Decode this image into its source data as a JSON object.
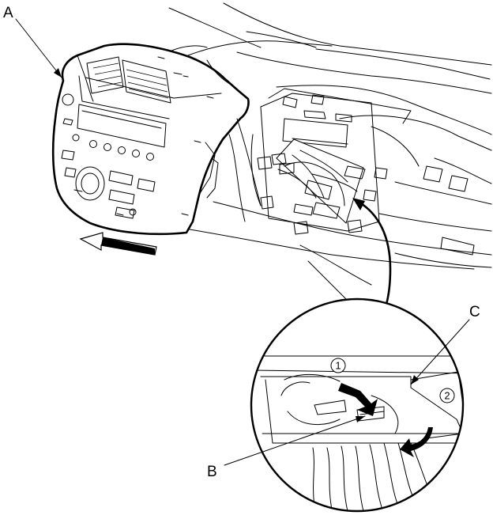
{
  "callouts": {
    "a": "A",
    "b": "B",
    "c": "C"
  },
  "steps": {
    "one": "1",
    "two": "2"
  },
  "colors": {
    "line": "#000000",
    "background": "#ffffff"
  }
}
